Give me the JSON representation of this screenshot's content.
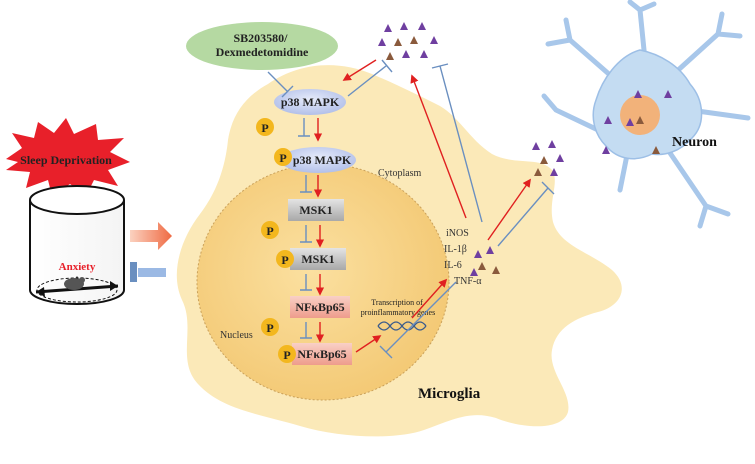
{
  "inhibitor": "SB203580/\nDexmedetomidine",
  "stress": "Sleep Deprivation",
  "anxiety": "Anxiety",
  "p_mark": "P",
  "cascade": {
    "p38": "p38 MAPK",
    "p_p38": "p38 MAPK",
    "msk1": "MSK1",
    "p_msk1": "MSK1",
    "nfkb": "NFκBp65",
    "p_nfkb": "NFκBp65"
  },
  "compartments": {
    "cytoplasm": "Cytoplasm",
    "nucleus": "Nucleus",
    "microglia": "Microglia",
    "neuron": "Neuron"
  },
  "transcription": "Transcription of\nproinflammatory genes",
  "cytokines": [
    "iNOS",
    "IL-1β",
    "IL-6",
    "TNF-α"
  ],
  "colors": {
    "microglia_fill": "#fbe9b8",
    "nucleus_fill": "#f6d38a",
    "neuron_fill": "#c4dcf2",
    "neuron_nucleus": "#f2b27a",
    "inhibitor_fill": "#b5d9a2",
    "star_fill": "#e8202a",
    "p38_fill": "#c9d3f0",
    "msk1_fill": "#bdbdbd",
    "nfkb_fill": "#f4b4a6",
    "p_circle": "#f3b71e",
    "activation_arrow": "#e02020",
    "inhibition_line": "#6a8fc0",
    "triangle_purple": "#6f3fa0",
    "triangle_brown": "#8a5a3c"
  }
}
